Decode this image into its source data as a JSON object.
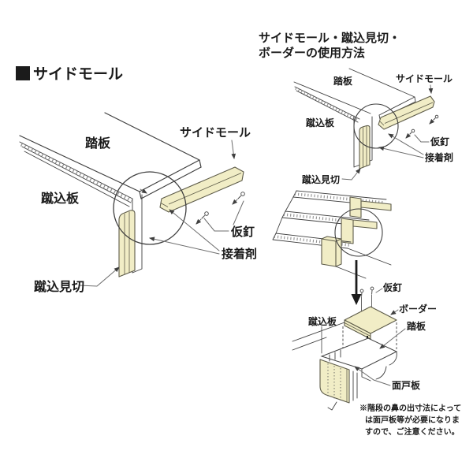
{
  "colors": {
    "cream": "#f1edc6",
    "line": "#3f3f3f",
    "leader": "#6e6e6e",
    "text": "#1b1b1b",
    "bg": "#ffffff"
  },
  "left_section": {
    "title": "サイドモール",
    "labels": {
      "tread": "踏板",
      "side_mall": "サイドモール",
      "riser_board": "蹴込板",
      "temp_nail": "仮釘",
      "adhesive": "接着剤",
      "riser_trim": "蹴込見切"
    }
  },
  "right_section": {
    "title_line1": "サイドモール・蹴込見切・",
    "title_line2": "ボーダーの使用方法",
    "top_diagram": {
      "labels": {
        "tread": "踏板",
        "side_mall": "サイドモール",
        "riser_board": "蹴込板",
        "temp_nail": "仮釘",
        "adhesive": "接着剤",
        "riser_trim": "蹴込見切"
      }
    },
    "bottom_diagram": {
      "labels": {
        "temp_nail": "仮釘",
        "border": "ボーダー",
        "riser_board": "蹴込板",
        "tread": "踏板",
        "mendo_board": "面戸板"
      },
      "note": {
        "line1": "※階段の鼻の出寸法によって",
        "line2": "は面戸板等が必要になりま",
        "line3": "すので、ご注意ください。"
      }
    }
  }
}
